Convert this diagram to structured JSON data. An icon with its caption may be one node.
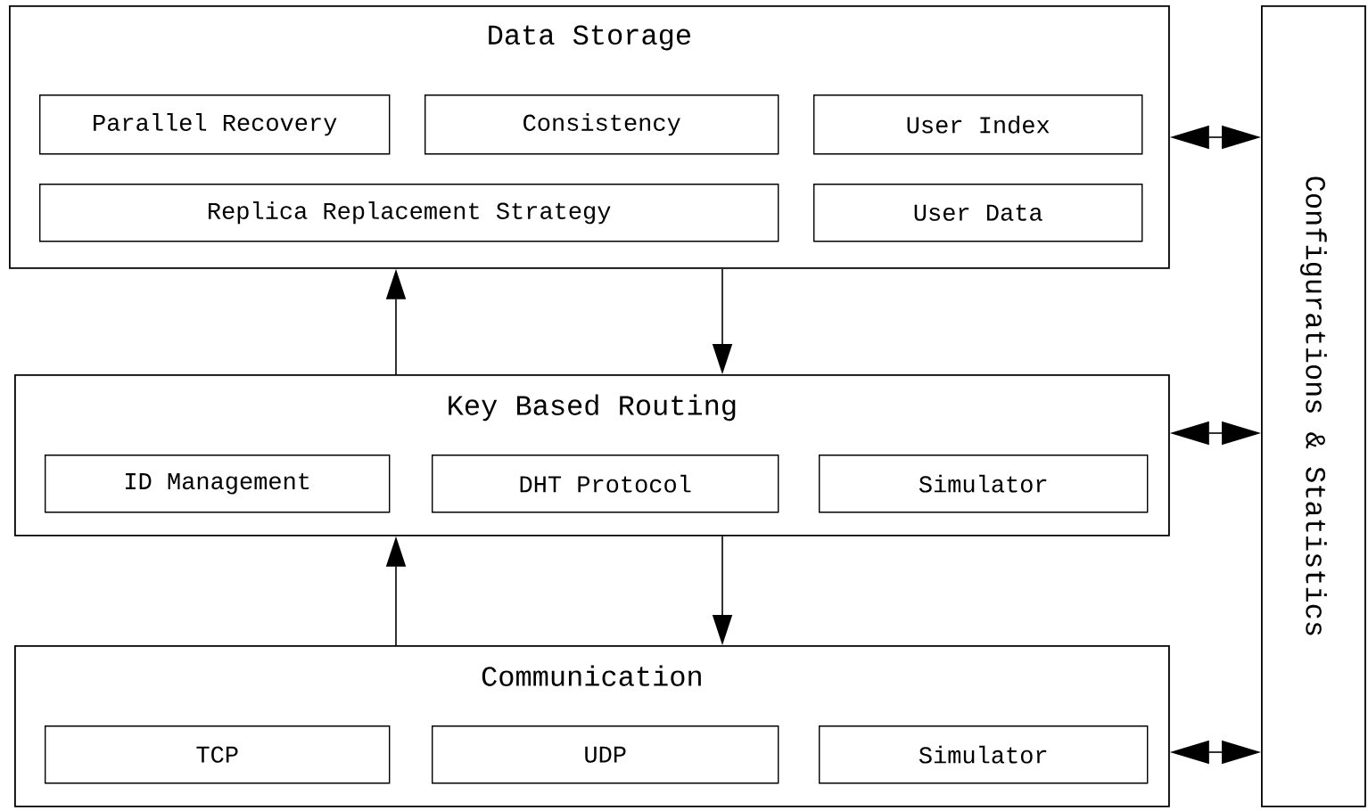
{
  "diagram": {
    "nodes": [
      {
        "text": [
          "Data Storage"
        ]
      },
      {
        "text": [
          "Parallel Recovery"
        ],
        "in": 0
      },
      {
        "text": [
          "Consistency"
        ],
        "in": 0
      },
      {
        "text": [
          "User Index"
        ],
        "in": 0
      },
      {
        "text": [
          "Replica Replacement Strategy"
        ],
        "in": 0
      },
      {
        "text": [
          "User Data"
        ],
        "in": 0
      },
      {
        "text": [
          "Key Based Routing"
        ]
      },
      {
        "text": [
          "ID Management"
        ],
        "in": 6
      },
      {
        "text": [
          "DHT Protocol"
        ],
        "in": 6
      },
      {
        "text": [
          "Simulator"
        ],
        "in": 6
      },
      {
        "text": [
          "Communication"
        ]
      },
      {
        "text": [
          "TCP"
        ],
        "in": 10
      },
      {
        "text": [
          "UDP"
        ],
        "in": 10
      },
      {
        "text": [
          "Simulator"
        ],
        "in": 10
      },
      {
        "text": [
          "Configurations & Statistics"
        ]
      }
    ],
    "edges": [
      {
        "from": 6,
        "to": 0,
        "arrow": "to"
      },
      {
        "from": 0,
        "to": 6,
        "arrow": "to"
      },
      {
        "from": 10,
        "to": 6,
        "arrow": "to"
      },
      {
        "from": 6,
        "to": 10,
        "arrow": "to"
      },
      {
        "from": 0,
        "to": 14,
        "arrow": "both"
      },
      {
        "from": 6,
        "to": 14,
        "arrow": "both"
      },
      {
        "from": 10,
        "to": 14,
        "arrow": "both"
      }
    ]
  }
}
